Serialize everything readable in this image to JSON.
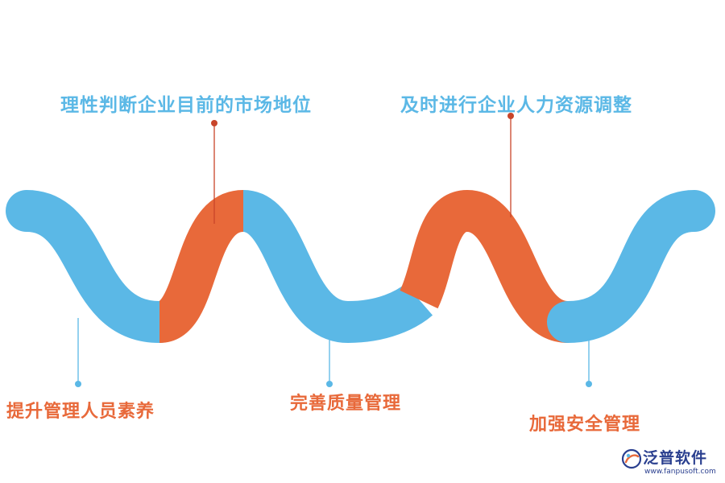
{
  "diagram": {
    "top_labels": [
      {
        "text": "理性判断企业目前的市场地位"
      },
      {
        "text": "及时进行企业人力资源调整"
      }
    ],
    "bottom_labels": [
      {
        "text": "提升管理人员素养"
      },
      {
        "text": "完善质量管理"
      },
      {
        "text": "加强安全管理"
      }
    ],
    "colors": {
      "blue": "#5bb8e6",
      "orange": "#e8693a",
      "connector_blue": "#5bb8e6",
      "connector_red": "#c8452a"
    }
  },
  "logo": {
    "name": "泛普软件",
    "url": "www.fanpusoft.com",
    "icon": "fanpu-logo-icon"
  }
}
